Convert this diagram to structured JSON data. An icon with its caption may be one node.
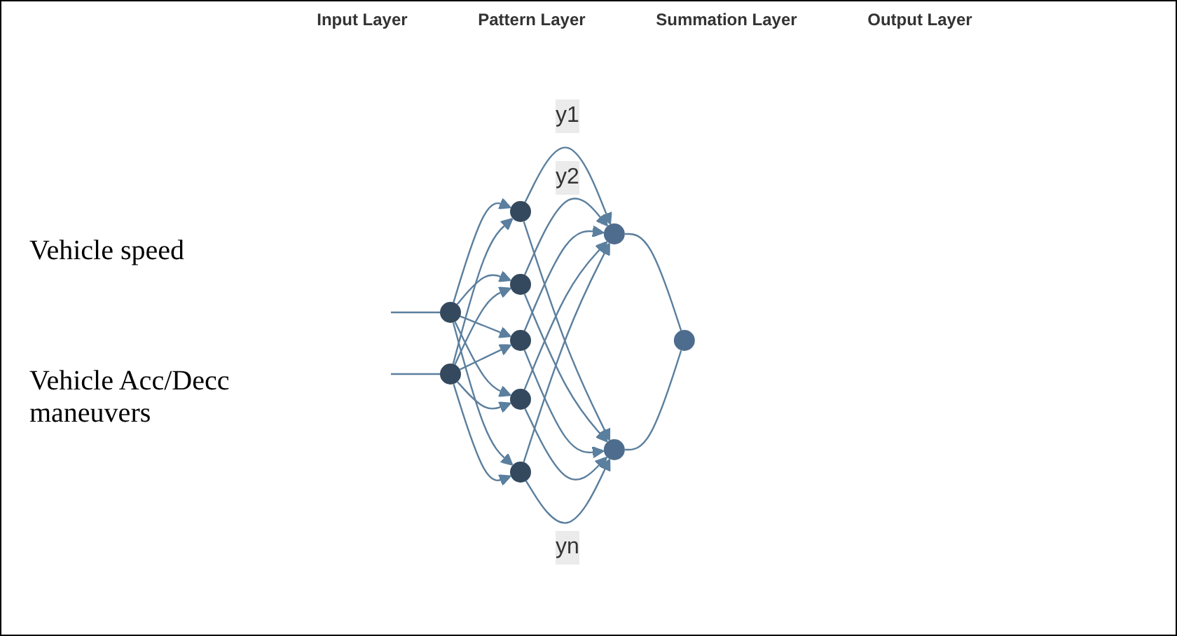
{
  "diagram": {
    "nodes": [
      {
        "text": [],
        "shape": "ellipse"
      },
      {
        "text": [],
        "shape": "ellipse"
      },
      {
        "text": [],
        "shape": "ellipse"
      },
      {
        "text": [],
        "shape": "ellipse"
      },
      {
        "text": [],
        "shape": "ellipse"
      },
      {
        "text": [],
        "shape": "ellipse"
      },
      {
        "text": [],
        "shape": "ellipse"
      },
      {
        "text": [],
        "shape": "ellipse"
      },
      {
        "text": [],
        "shape": "ellipse"
      },
      {
        "text": [],
        "shape": "ellipse"
      }
    ],
    "edges": [
      {
        "from": null,
        "to": 0,
        "arrow": "none"
      },
      {
        "from": null,
        "to": 1,
        "arrow": "none"
      },
      {
        "from": 0,
        "to": 2,
        "arrow": "to"
      },
      {
        "from": 0,
        "to": 3,
        "arrow": "to"
      },
      {
        "from": 0,
        "to": 4,
        "arrow": "to"
      },
      {
        "from": 0,
        "to": 5,
        "arrow": "to"
      },
      {
        "from": 0,
        "to": 6,
        "arrow": "to"
      },
      {
        "from": 1,
        "to": 2,
        "arrow": "to"
      },
      {
        "from": 1,
        "to": 3,
        "arrow": "to"
      },
      {
        "from": 1,
        "to": 4,
        "arrow": "to"
      },
      {
        "from": 1,
        "to": 5,
        "arrow": "to"
      },
      {
        "from": 1,
        "to": 6,
        "arrow": "to"
      },
      {
        "from": 2,
        "to": 7,
        "arrow": "to",
        "label": "y1"
      },
      {
        "from": 2,
        "to": 8,
        "arrow": "to"
      },
      {
        "from": 3,
        "to": 7,
        "arrow": "to",
        "label": "y2"
      },
      {
        "from": 3,
        "to": 8,
        "arrow": "to"
      },
      {
        "from": 4,
        "to": 7,
        "arrow": "to"
      },
      {
        "from": 4,
        "to": 8,
        "arrow": "to"
      },
      {
        "from": 5,
        "to": 7,
        "arrow": "to"
      },
      {
        "from": 5,
        "to": 8,
        "arrow": "to"
      },
      {
        "from": 6,
        "to": 7,
        "arrow": "to"
      },
      {
        "from": 6,
        "to": 8,
        "arrow": "to",
        "label": "yn"
      },
      {
        "from": 7,
        "to": 9,
        "arrow": "none"
      },
      {
        "from": 8,
        "to": 9,
        "arrow": "none"
      }
    ],
    "labels": [
      "Input Layer",
      "Pattern Layer",
      "Summation Layer",
      "Output Layer",
      "Vehicle speed",
      "Vehicle Acc/Decc maneuvers"
    ]
  }
}
